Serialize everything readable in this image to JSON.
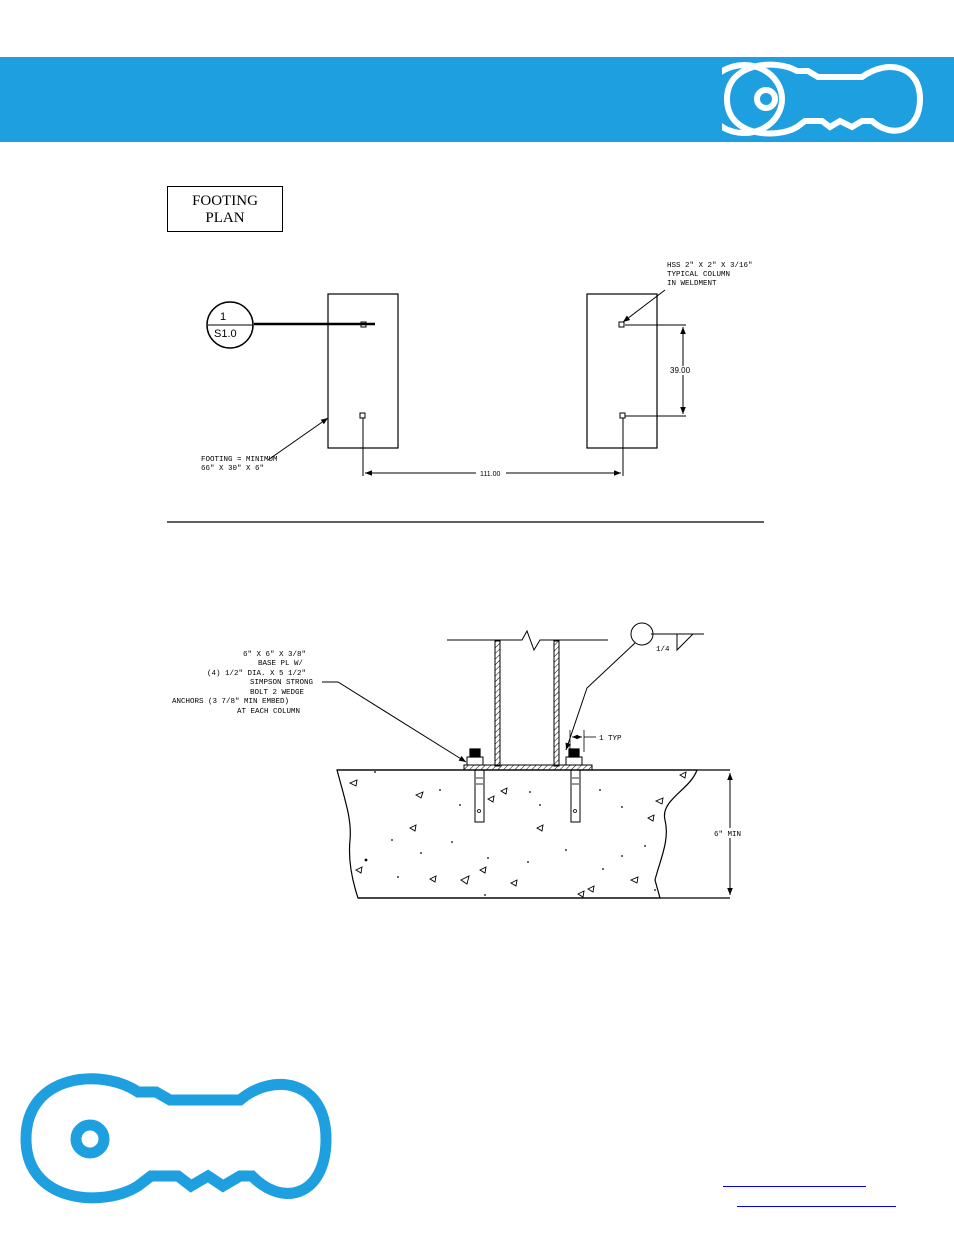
{
  "colors": {
    "brand_blue": "#1ea0e0",
    "link_blue": "#0000ee"
  },
  "header": {
    "logo_icon": "key-loop-logo-icon"
  },
  "footing_plan": {
    "title_line1": "FOOTING",
    "title_line2": "PLAN",
    "section_marker_top": "1",
    "section_marker_bottom": "S1.0",
    "column_note": [
      "HSS 2\" X 2\" X 3/16\"",
      "TYPICAL COLUMN",
      "IN WELDMENT"
    ],
    "footing_note": [
      "FOOTING = MINIMUM",
      "66\" X 30\" X 6\""
    ],
    "dim_vertical": "39.00",
    "dim_horizontal": "111.00"
  },
  "section_detail": {
    "base_plate_note": [
      "6\" X 6\" X 3/8\"",
      "BASE PL W/",
      "(4) 1/2\" DIA. X 5 1/2\"",
      "SIMPSON STRONG",
      "BOLT 2 WEDGE",
      "ANCHORS (3 7/8\" MIN EMBED)",
      "AT EACH COLUMN"
    ],
    "weld_size": "1/4",
    "typ_dim": "1 TYP",
    "depth_dim": "6\" MIN"
  },
  "footer": {
    "logo_icon": "key-loop-logo-icon"
  }
}
